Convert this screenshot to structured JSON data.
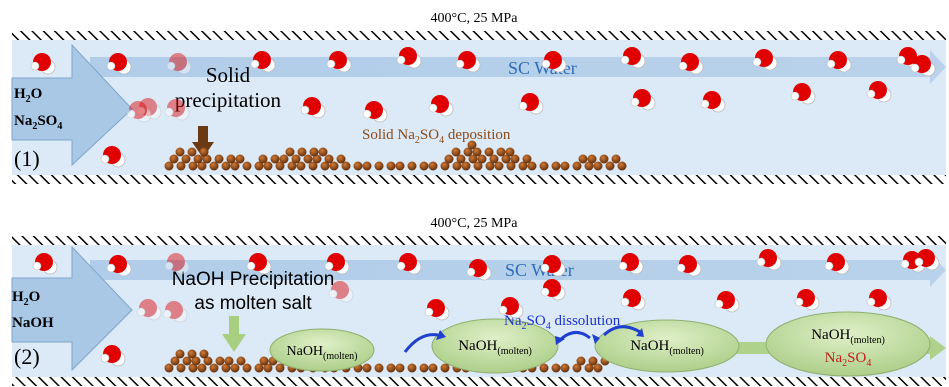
{
  "panel1": {
    "conditions": "400°C, 25 MPa",
    "inlet_line1_main": "H",
    "inlet_line1_sub": "2",
    "inlet_line1_tail": "O",
    "inlet_line2_main": "Na",
    "inlet_line2_sub": "2",
    "inlet_line2_mid": "SO",
    "inlet_line2_sub2": "4",
    "solid_line1": "Solid",
    "solid_line2": "precipitation",
    "sc_water": "SC Water",
    "deposition_a": "Solid Na",
    "deposition_sub": "2",
    "deposition_b": "SO",
    "deposition_sub2": "4",
    "deposition_c": " deposition",
    "case_label": "(1)"
  },
  "panel2": {
    "conditions": "400°C, 25 MPa",
    "inlet_line1_main": "H",
    "inlet_line1_sub": "2",
    "inlet_line1_tail": "O",
    "inlet_line2": "NaOH",
    "precip_line1": "NaOH Precipitation",
    "precip_line2": "as molten salt",
    "sc_water": "SC Water",
    "dissolution_a": "Na",
    "dissolution_sub": "2",
    "dissolution_b": "SO",
    "dissolution_sub2": "4",
    "dissolution_c": " dissolution",
    "naoh_main": "NaOH",
    "naoh_sub": "(molten)",
    "final_line2_a": "Na",
    "final_line2_sub": "2",
    "final_line2_b": "SO",
    "final_line2_sub2": "4",
    "case_label": "(2)"
  },
  "colors": {
    "pipe_fill": "#dce9f6",
    "flow_band": "#aecbe8",
    "inlet_arrow": "#a8c8e6",
    "sc_water_text": "#2e6db4",
    "deposit_text": "#8a4a1a",
    "particle_dark": "#4a2208",
    "particle_light": "#c06a28",
    "salt_fill": "#c5dea5",
    "salt_stroke": "#8fb070",
    "down_arrow_brown": "#6b3a12",
    "down_arrow_green": "#a8cf80",
    "blue_arrow": "#1f3fd0",
    "dissolution_text": "#1a33cc",
    "red_text": "#c0201c",
    "molecule_red": "#e00000"
  }
}
